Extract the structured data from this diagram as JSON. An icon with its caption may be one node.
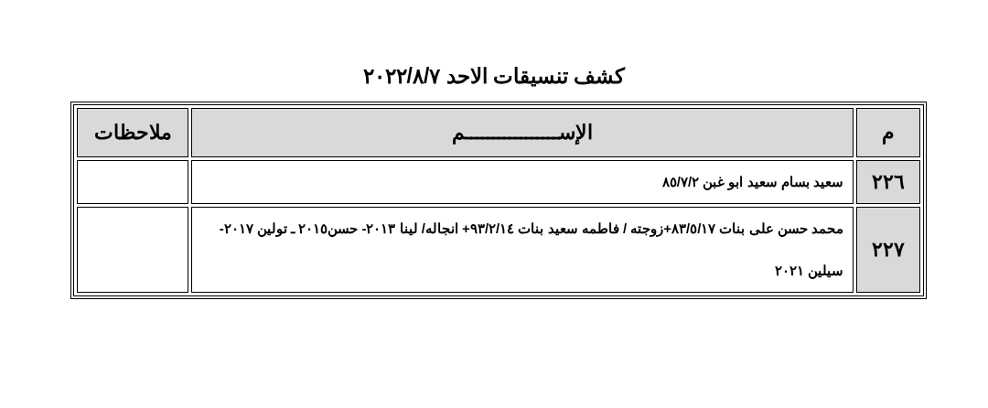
{
  "diagram": {
    "title": "كشف تنسيقات الاحد ٢٠٢٢/٨/٧",
    "labels": [
      "م",
      "الإســـــــــــــــــم",
      "ملاحظات",
      "٢٢٦",
      "سعيد بسام سعيد ابو غبن ٨٥/٧/٢",
      "٢٢٧",
      "محمد حسن على بنات ٨٣/٥/١٧+زوجته / فاطمه سعيد بنات ٩٣/٢/١٤+ انجاله/ لينا ٢٠١٣- حسن٢٠١٥ ـ تولين ٢٠١٧- سيلين ٢٠٢١"
    ]
  }
}
